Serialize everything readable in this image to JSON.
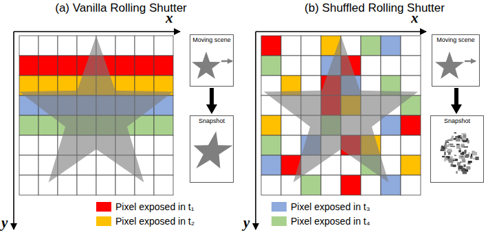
{
  "diagram": {
    "nodes": [
      {
        "text": [
          "Moving scene"
        ]
      },
      {
        "text": [
          "Snapshot"
        ]
      },
      {
        "text": [
          "Moving scene"
        ]
      },
      {
        "text": [
          "Snapshot"
        ]
      }
    ],
    "edges": [
      {
        "from": 0,
        "to": 1,
        "arrow": "to"
      },
      {
        "from": 2,
        "to": 3,
        "arrow": "to"
      }
    ],
    "labels": [
      "(a) Vanilla Rolling Shutter",
      "x",
      "y",
      "(b) Shuffled Rolling Shutter",
      "x",
      "y"
    ],
    "legend": [
      {
        "text": "Pixel exposed in t₁",
        "color": "#ff0000"
      },
      {
        "text": "Pixel exposed in t₂",
        "color": "#ffc000"
      },
      {
        "text": "Pixel exposed in t₃",
        "color": "#8faadc"
      },
      {
        "text": "Pixel exposed in t₄",
        "color": "#a9d18e"
      }
    ]
  }
}
